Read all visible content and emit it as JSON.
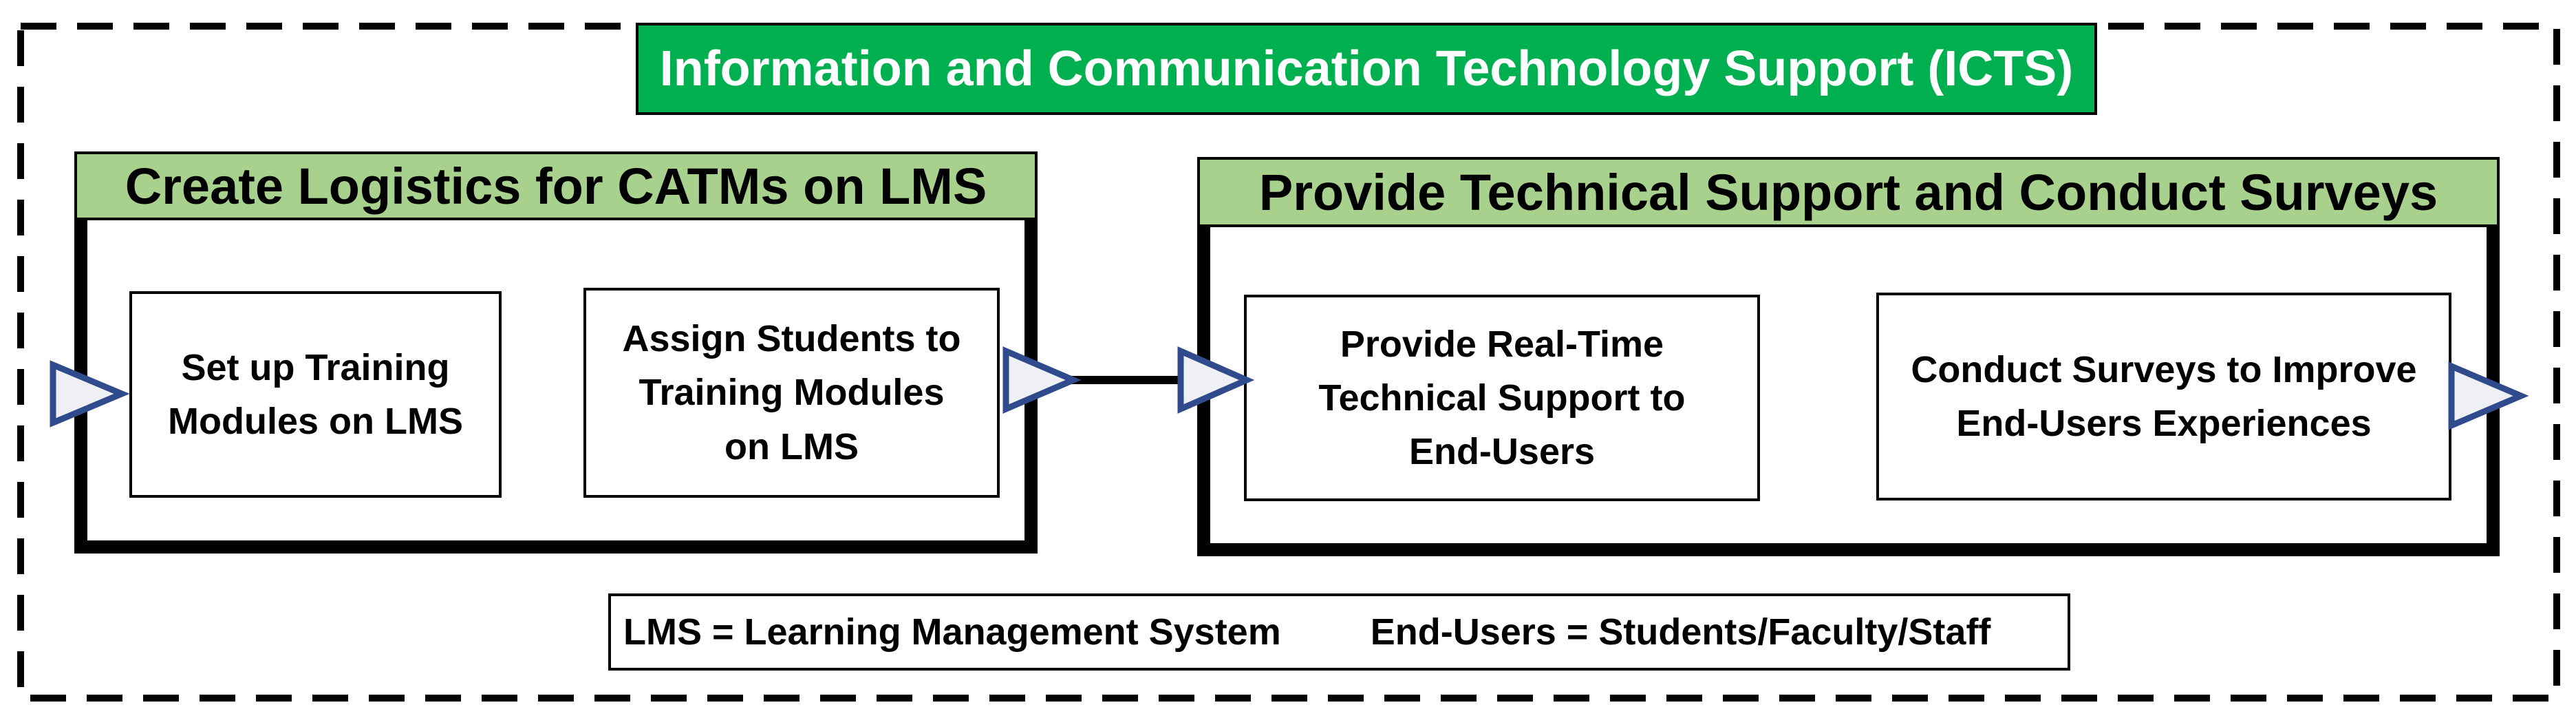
{
  "title": "Information and Communication Technology Support (ICTS)",
  "colors": {
    "title_fill": "#00b050",
    "header_fill": "#a9d18e",
    "arrow_stroke": "#2f4b8c",
    "arrow_fill": "#eef0f6"
  },
  "groups": [
    {
      "header": "Create Logistics for CATMs on LMS",
      "nodes": [
        "Set up Training\nModules on LMS",
        "Assign Students to\nTraining Modules\non LMS"
      ]
    },
    {
      "header": "Provide Technical Support and Conduct Surveys",
      "nodes": [
        "Provide Real-Time\nTechnical Support to\nEnd-Users",
        "Conduct Surveys to Improve\nEnd-Users Experiences"
      ]
    }
  ],
  "legend": {
    "lms": "LMS = Learning Management System",
    "end_users": "End-Users = Students/Faculty/Staff"
  },
  "icons": [
    "triangle-arrow-icon",
    "double-arrow-icon"
  ]
}
